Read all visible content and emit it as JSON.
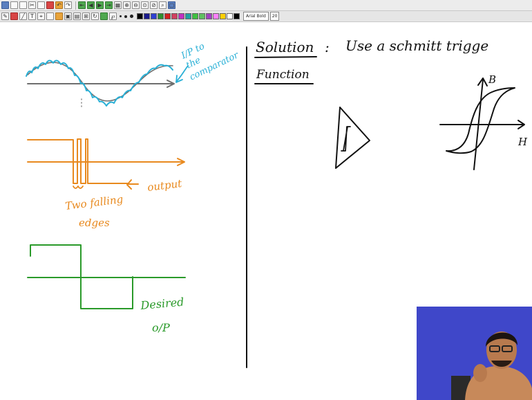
{
  "toolbar": {
    "font_name": "Arial Bold",
    "font_size": "20",
    "palette": [
      "#000000",
      "#1a1a8c",
      "#3040d0",
      "#2f8f2f",
      "#d02020",
      "#d04060",
      "#c030c0",
      "#20a0a0",
      "#40c040",
      "#60c060",
      "#a040c0",
      "#ff80ff",
      "#ffd000",
      "#ffffff",
      "#000000"
    ]
  },
  "whiteboard": {
    "left_notes": {
      "input_label": [
        "I/P to",
        "the",
        "comparator"
      ],
      "output_label": "output",
      "falling_edges_label": [
        "Two falling",
        "edges"
      ],
      "desired_label": [
        "Desired",
        "o/P"
      ]
    },
    "right_notes": {
      "solution_label": "Solution",
      "colon": ":",
      "solution_text": "Use  a  schmitt  trigge",
      "function_label": "Function",
      "b_axis": "B",
      "h_axis": "H"
    },
    "colors": {
      "ink_black": "#111111",
      "ink_cyan": "#2ab0d6",
      "ink_orange": "#e8891e",
      "ink_green": "#2a9a2a",
      "ink_grey": "#6e6e6e"
    }
  },
  "webcam": {
    "background": "#3f47c9"
  }
}
